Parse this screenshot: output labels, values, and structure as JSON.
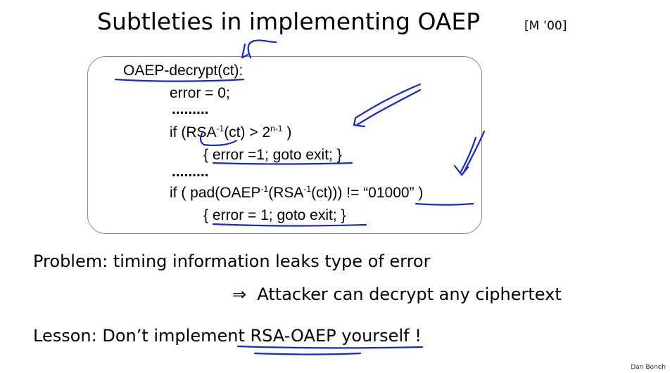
{
  "slide": {
    "title": "Subtleties in implementing OAEP",
    "citation": "[M ’00]",
    "author": "Dan Boneh"
  },
  "code": {
    "func_name": "OAEP-decrypt",
    "func_args": "(ct):",
    "line_error_init": "error = 0;",
    "dots": ".........",
    "if1_prefix": "if  (",
    "if1_rsa": "RSA",
    "if1_exp": "-1",
    "if1_ct": "(ct)",
    "if1_cmp": " > 2",
    "if1_pow": "n-1",
    "if1_close": " )",
    "block1_open": "{ ",
    "block1_body": "error =1;  goto exit",
    "block1_close": "; }",
    "if2_prefix": "if  ( pad(OAEP",
    "if2_exp1": "-1",
    "if2_mid": "(RSA",
    "if2_exp2": "-1",
    "if2_ct": "(ct))) != ",
    "if2_value": "“01000”",
    "if2_close": " )",
    "block2_open": "{ ",
    "block2_body": "error = 1;  goto exit",
    "block2_close": "; }"
  },
  "problem": {
    "text": "Problem:  timing information leaks type of error",
    "implies_symbol": "⇒",
    "consequence": "Attacker can decrypt any ciphertext"
  },
  "lesson": {
    "text": "Lesson:  Don’t implement RSA-OAEP yourself !"
  },
  "annotation_color": "#1428d6"
}
